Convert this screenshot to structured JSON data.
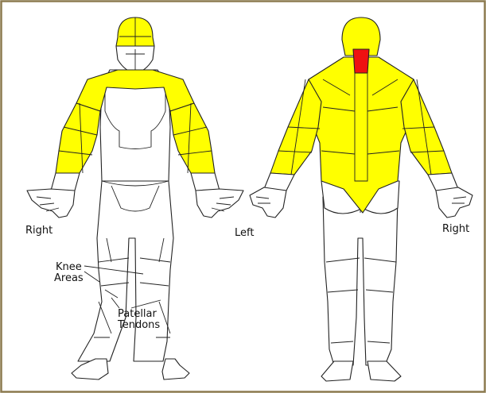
{
  "colors": {
    "highlight": "#FFFF00",
    "critical": "#EE1111",
    "border": "#8C7A4F",
    "outline": "#222222"
  },
  "labels": {
    "front_right": "Right",
    "left": "Left",
    "back_right": "Right",
    "knee_line1": "Knee",
    "knee_line2": "Areas",
    "patellar_line1": "Patellar",
    "patellar_line2": "Tendons"
  }
}
